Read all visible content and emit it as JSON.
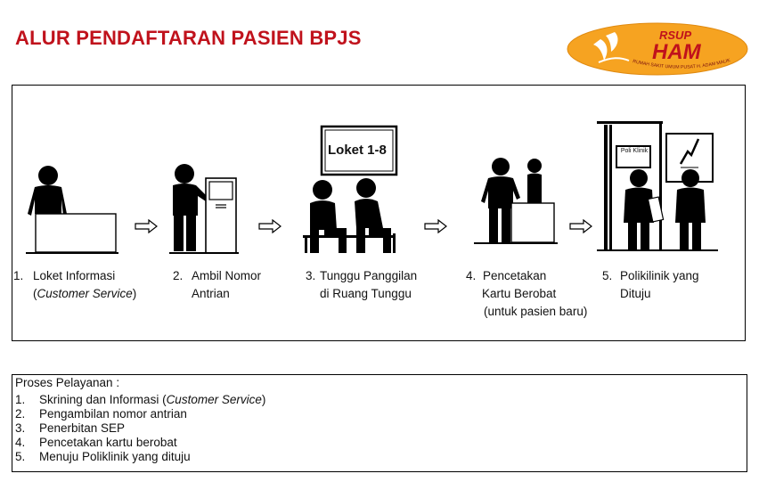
{
  "header": {
    "title": "ALUR PENDAFTARAN PASIEN BPJS",
    "logo": {
      "top_text": "RSUP",
      "main_text": "HAM",
      "arc_text": "RUMAH SAKIT UMUM PUSAT H. ADAM MALIK",
      "colors": {
        "ellipse": "#f6a321",
        "text": "#c0121c",
        "leaf": "#ffffff"
      }
    }
  },
  "flow": {
    "steps": [
      {
        "number": "1.",
        "line1": "Loket Informasi",
        "line2_pre": "(",
        "line2_italic": "Customer Service",
        "line2_post": ")",
        "line3": "",
        "icon": "information-desk-icon"
      },
      {
        "number": "2.",
        "line1": "Ambil Nomor",
        "line2_pre": "Antrian",
        "line2_italic": "",
        "line2_post": "",
        "line3": "",
        "icon": "queue-ticket-machine-icon"
      },
      {
        "number": "3.",
        "line1": "Tunggu Panggilan",
        "line2_pre": "di Ruang Tunggu",
        "line2_italic": "",
        "line2_post": "",
        "line3": "",
        "icon": "waiting-room-icon"
      },
      {
        "number": "4.",
        "line1": "Pencetakan",
        "line2_pre": "Kartu Berobat",
        "line2_italic": "",
        "line2_post": "",
        "line3": "(untuk pasien baru)",
        "icon": "card-printing-counter-icon"
      },
      {
        "number": "5.",
        "line1": "Polikilinik yang",
        "line2_pre": "Dituju",
        "line2_italic": "",
        "line2_post": "",
        "line3": "",
        "icon": "polyclinic-room-icon"
      }
    ],
    "waiting_room_sign": "Loket 1-8",
    "clinic_door_sign": "Poli Klinik"
  },
  "process": {
    "title": "Proses Pelayanan :",
    "items": [
      {
        "number": "1.",
        "pre": "Skrining dan Informasi (",
        "italic": "Customer Service",
        "post": ")"
      },
      {
        "number": "2.",
        "pre": "Pengambilan nomor antrian",
        "italic": "",
        "post": ""
      },
      {
        "number": "3.",
        "pre": "Penerbitan SEP",
        "italic": "",
        "post": ""
      },
      {
        "number": "4.",
        "pre": "Pencetakan kartu berobat",
        "italic": "",
        "post": ""
      },
      {
        "number": "5.",
        "pre": "Menuju Poliklinik yang dituju",
        "italic": "",
        "post": ""
      }
    ]
  }
}
